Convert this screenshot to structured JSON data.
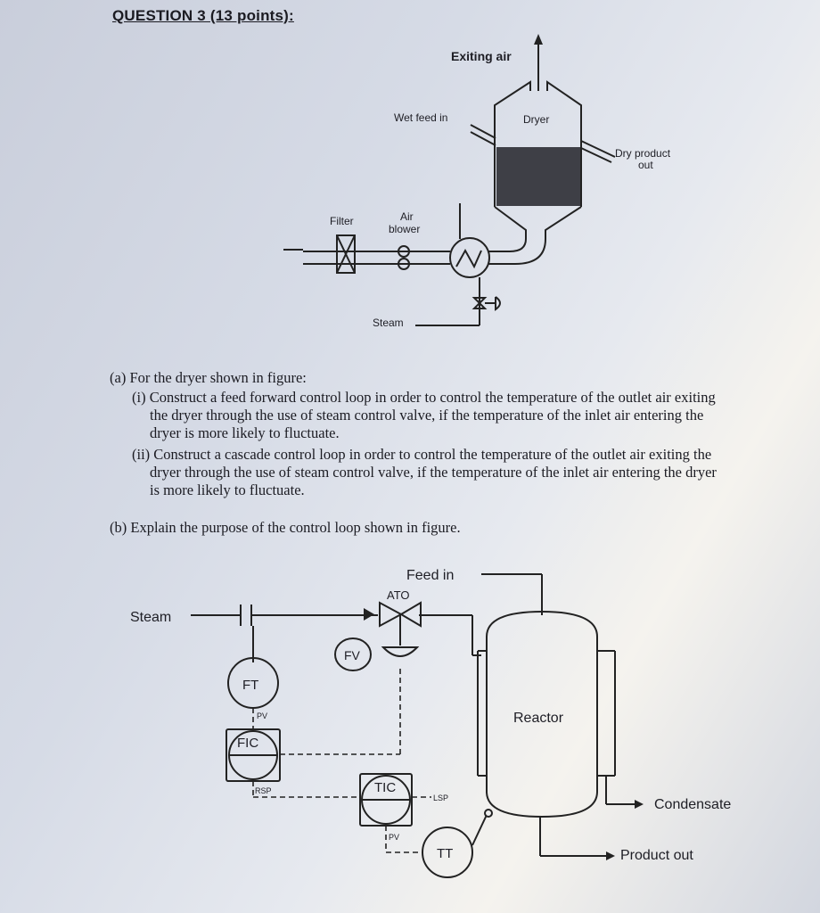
{
  "heading": "QUESTION 3 (13 points):",
  "dryer_diagram": {
    "exiting_air": "Exiting air",
    "wet_feed": "Wet feed in",
    "dryer": "Dryer",
    "dry_product_1": "Dry product",
    "dry_product_2": "out",
    "filter": "Filter",
    "air_blower_1": "Air",
    "air_blower_2": "blower",
    "steam": "Steam"
  },
  "question_a": {
    "intro": "(a) For the dryer shown in figure:",
    "i_line1": "(i) Construct a feed forward control loop in order to control the temperature of the outlet air exiting",
    "i_line2": "the dryer through the use of steam control valve, if the temperature of the inlet air entering the",
    "i_line3": "dryer is more likely to fluctuate.",
    "ii_line1": "(ii) Construct a cascade control loop in order to control the temperature of the outlet air exiting the",
    "ii_line2": "dryer through the use of steam control valve, if the temperature of the inlet air entering the dryer",
    "ii_line3": "is more likely to fluctuate."
  },
  "question_b": "(b) Explain the purpose of the control loop shown in figure.",
  "reactor_diagram": {
    "feed_in": "Feed in",
    "ato": "ATO",
    "steam": "Steam",
    "fv": "FV",
    "ft": "FT",
    "pv1": "PV",
    "fic": "FIC",
    "rsp": "RSP",
    "tic": "TIC",
    "lsp": "LSP",
    "pv2": "PV",
    "tt": "TT",
    "reactor": "Reactor",
    "condensate": "Condensate",
    "product_out": "Product out"
  }
}
